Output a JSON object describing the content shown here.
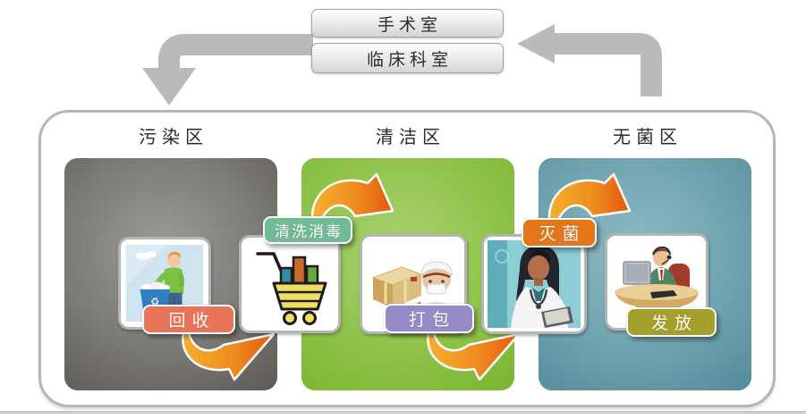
{
  "header": {
    "destinations": [
      {
        "label": "手术室"
      },
      {
        "label": "临床科室"
      }
    ]
  },
  "zones": [
    {
      "title": "污染区",
      "base_color": "#56534d"
    },
    {
      "title": "清洁区",
      "base_color": "#79b531"
    },
    {
      "title": "无菌区",
      "base_color": "#4d8596"
    }
  ],
  "steps": [
    {
      "label": "回收",
      "color": "#e87459",
      "zone": "污染区"
    },
    {
      "label": "清洗消毒",
      "color": "#70bb95",
      "zone": "清洁区"
    },
    {
      "label": "打包",
      "color": "#958bc6",
      "zone": "清洁区"
    },
    {
      "label": "灭菌",
      "color": "#e4761b",
      "zone": "无菌区"
    },
    {
      "label": "发放",
      "color": "#a5a02b",
      "zone": "无菌区"
    }
  ],
  "icons": {
    "recycle_glyph": "♻"
  },
  "palette": {
    "flow_arrow_gray": "#bababa",
    "process_arrow_start": "#f5b02f",
    "process_arrow_mid": "#ef8c1f",
    "process_arrow_end": "#e2580e",
    "frame_border": "#b5b5b5",
    "label_text": "#ffffff"
  }
}
